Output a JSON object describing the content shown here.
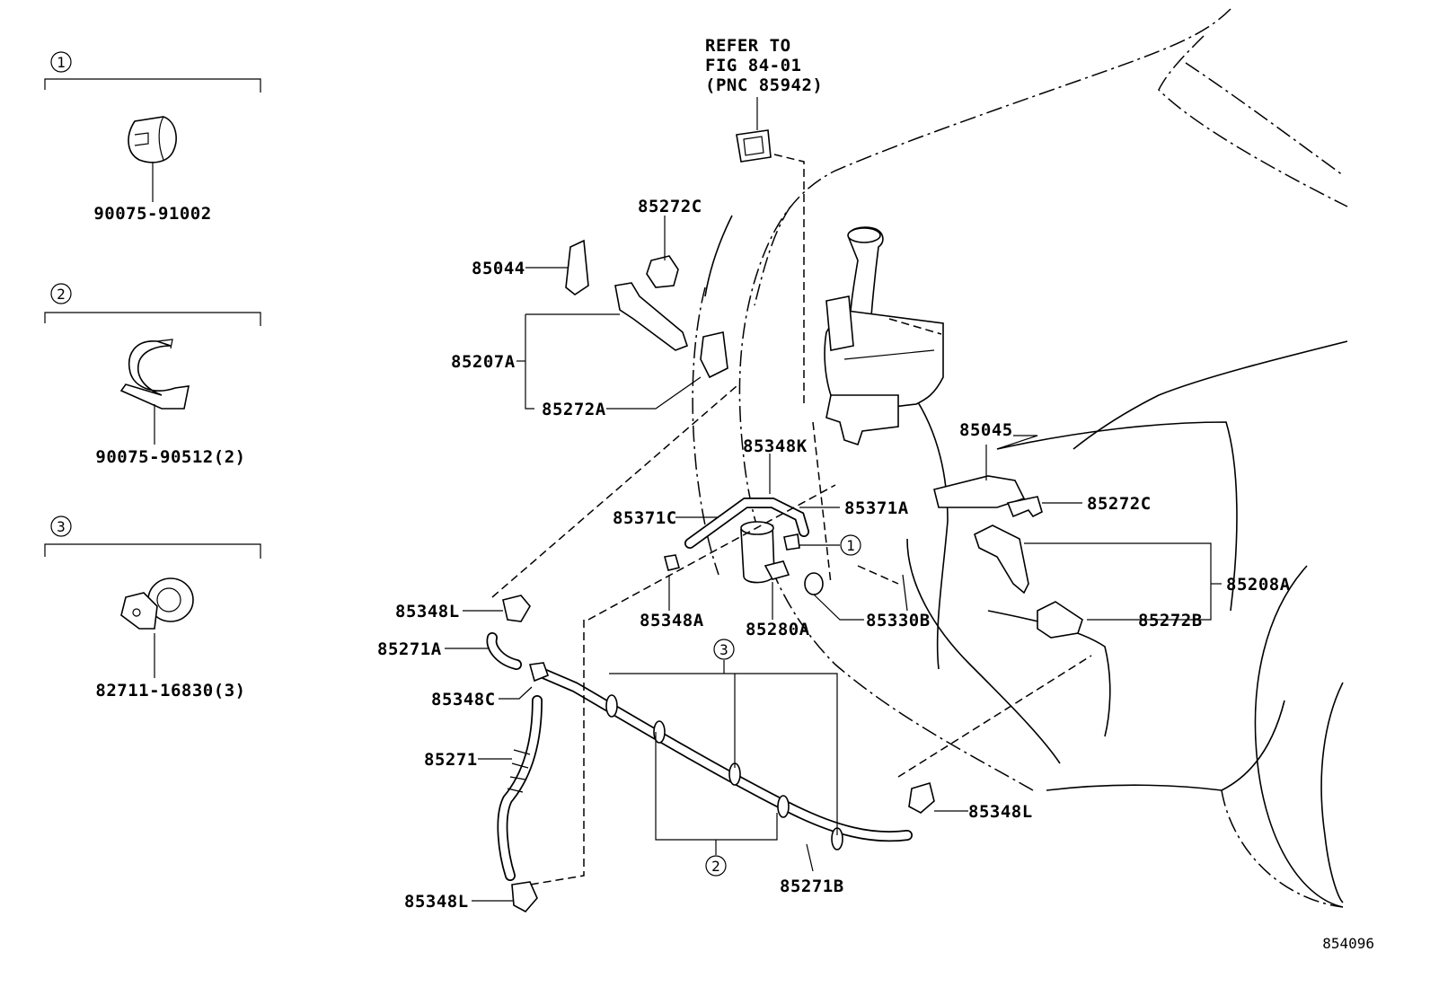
{
  "legend": [
    {
      "number": "1",
      "part": "90075-91002"
    },
    {
      "number": "2",
      "part": "90075-90512(2)"
    },
    {
      "number": "3",
      "part": "82711-16830(3)"
    }
  ],
  "refer_note": {
    "line1": "REFER TO",
    "line2": "FIG 84-01",
    "line3": "(PNC 85942)"
  },
  "callouts": {
    "85044": "85044",
    "85207A": "85207A",
    "85272C_top": "85272C",
    "85272A": "85272A",
    "85348K": "85348K",
    "85371C": "85371C",
    "85371A": "85371A",
    "85045": "85045",
    "85272C_right": "85272C",
    "85208A": "85208A",
    "85272B": "85272B",
    "85348L_a": "85348L",
    "85271A": "85271A",
    "85348A": "85348A",
    "85280A": "85280A",
    "85330B": "85330B",
    "85348C": "85348C",
    "85271": "85271",
    "85348L_b": "85348L",
    "85348L_c": "85348L",
    "85271B": "85271B"
  },
  "circle_refs": {
    "clamp_a": "1",
    "clamp_b": "3",
    "clamp_c": "2"
  },
  "figure_number": "854096"
}
